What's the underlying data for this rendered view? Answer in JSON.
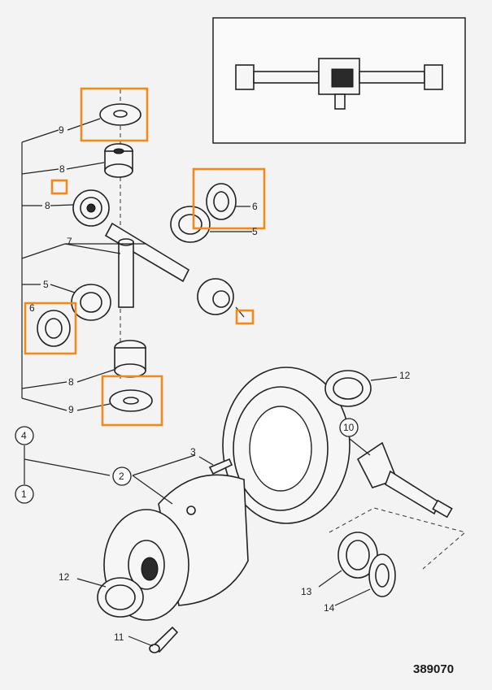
{
  "diagram": {
    "part_number": "389070",
    "callouts": {
      "c9_top": "9",
      "c8_top": "8",
      "c8_mid": "8",
      "c7": "7",
      "c5_left": "5",
      "c6_left": "6",
      "c8_low": "8",
      "c9_low": "9",
      "c6_right": "6",
      "c5_right": "5",
      "c4": "4",
      "c1": "1",
      "c2": "2",
      "c3": "3",
      "c12_top": "12",
      "c10": "10",
      "c12_bottom": "12",
      "c11": "11",
      "c13": "13",
      "c14": "14"
    },
    "highlight_color": "#f08a1c"
  }
}
